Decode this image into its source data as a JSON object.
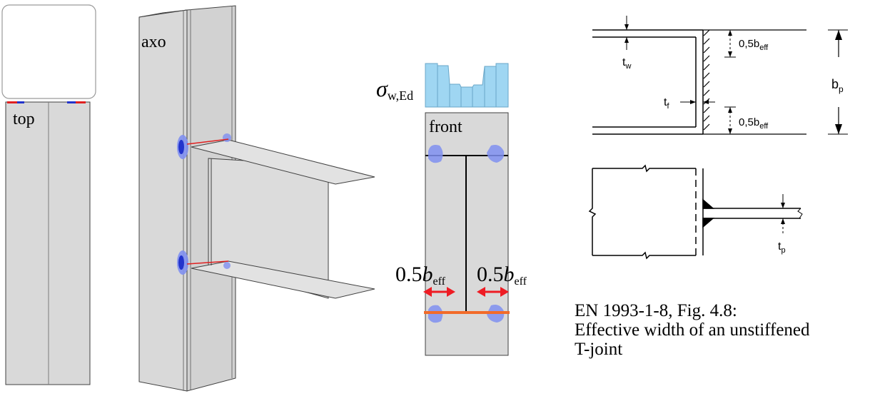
{
  "panels": {
    "top": {
      "label": "top"
    },
    "axo": {
      "label": "axo"
    },
    "front": {
      "label": "front",
      "stress_symbol": "σ",
      "stress_subscript": "w,Ed",
      "beff_left_num": "0.5",
      "beff_left_var": "b",
      "beff_left_sub": "eff",
      "beff_right_num": "0.5",
      "beff_right_var": "b",
      "beff_right_sub": "eff"
    },
    "standard_figure": {
      "label_tw_main": "t",
      "label_tw_sub": "w",
      "label_tf_main": "t",
      "label_tf_sub": "f",
      "label_beff_top_main": "0,5b",
      "label_beff_top_sub": "eff",
      "label_beff_bottom_main": "0,5b",
      "label_beff_bottom_sub": "eff",
      "label_bp_main": "b",
      "label_bp_sub": "p",
      "label_tp_main": "t",
      "label_tp_sub": "p"
    }
  },
  "caption": {
    "line1": "EN 1993-1-8, Fig. 4.8:",
    "line2": "Effective width of an unstiffened",
    "line3": "T-joint"
  },
  "colors": {
    "steel_fill": "#d9d9d9",
    "edge": "#404040",
    "stress_blue": "#7f8ff0",
    "stress_dark_blue": "#2233cc",
    "arrow_red": "#ee1c24",
    "effective_line_orange": "#f26b2a",
    "stress_bar_fill": "#9fd6f2"
  }
}
